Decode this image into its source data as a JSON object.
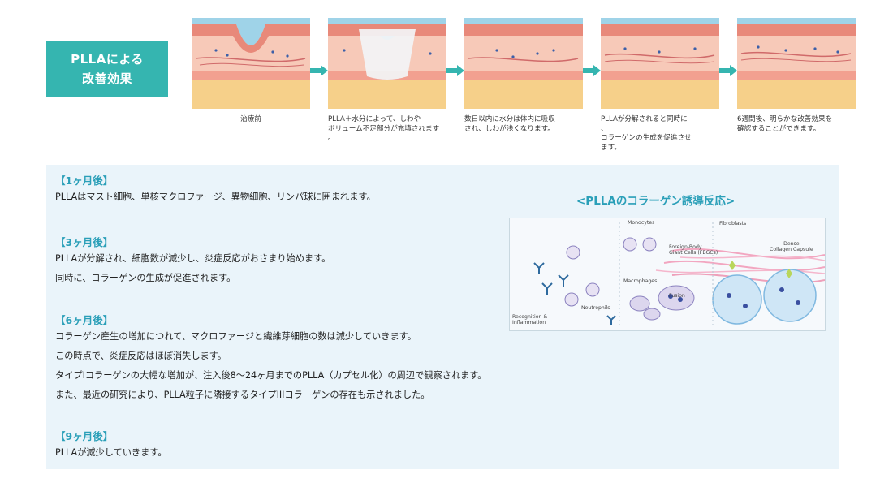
{
  "badge": {
    "line1": "PLLAによる",
    "line2": "改善効果"
  },
  "steps": [
    {
      "caption": "治療前"
    },
    {
      "caption": "PLLA＋水分によって、しわや\nボリューム不足部分が充填されます\n。"
    },
    {
      "caption": "数日以内に水分は体内に吸収\nされ、しわが浅くなります。"
    },
    {
      "caption": "PLLAが分解されると同時に\n、\nコラーゲンの生成を促進させ\nます。"
    },
    {
      "caption": "6週間後、明らかな改善効果を\n確認することができます。"
    }
  ],
  "sections": [
    {
      "heading": "【1ヶ月後】",
      "lines": [
        "PLLAはマスト細胞、単核マクロファージ、異物細胞、リンパ球に囲まれます。"
      ]
    },
    {
      "heading": "【3ヶ月後】",
      "lines": [
        "PLLAが分解され、細胞数が減少し、炎症反応がおさまり始めます。",
        "同時に、コラーゲンの生成が促進されます。"
      ]
    },
    {
      "heading": "【6ヶ月後】",
      "lines": [
        "コラーゲン産生の増加につれて、マクロファージと繊維芽細胞の数は減少していきます。",
        "この時点で、炎症反応はほぼ消失します。",
        "タイプIコラーゲンの大幅な増加が、注入後8～24ヶ月までのPLLA（カプセル化）の周辺で観察されます。",
        "また、最近の研究により、PLLA粒子に隣接するタイプIIIコラーゲンの存在も示されました。"
      ]
    },
    {
      "heading": "【9ヶ月後】",
      "lines": [
        "PLLAが減少していきます。"
      ]
    }
  ],
  "diagram": {
    "title": "<PLLAのコラーゲン誘導反応>",
    "labels": {
      "monocytes": "Monocytes",
      "fibroblasts": "Fibroblasts",
      "fbgc1": "Foreign-Body",
      "fbgc2": "Giant Cells (FBGCs)",
      "dense1": "Dense",
      "dense2": "Collagen Capsule",
      "macrophages": "Macrophages",
      "fusion": "Fusion",
      "neutrophils": "Neutrophils",
      "recog1": "Recognition &",
      "recog2": "Inflammation"
    }
  },
  "colors": {
    "accent": "#35b5b0",
    "heading": "#2a9fb8",
    "panel": "#eaf4fa"
  }
}
